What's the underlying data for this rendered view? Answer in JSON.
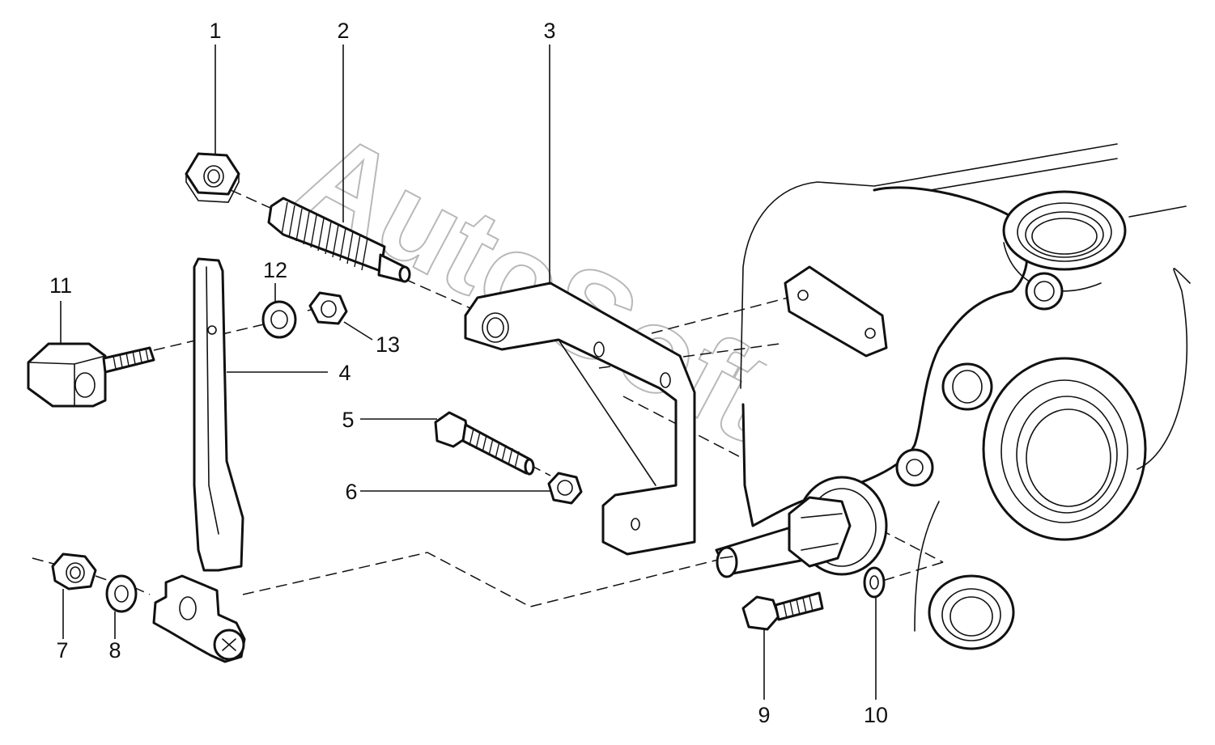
{
  "callouts": {
    "c1": "1",
    "c2": "2",
    "c3": "3",
    "c4": "4",
    "c5": "5",
    "c6": "6",
    "c7": "7",
    "c8": "8",
    "c9": "9",
    "c10": "10",
    "c11": "11",
    "c12": "12",
    "c13": "13"
  },
  "watermark": "AutoSoft"
}
